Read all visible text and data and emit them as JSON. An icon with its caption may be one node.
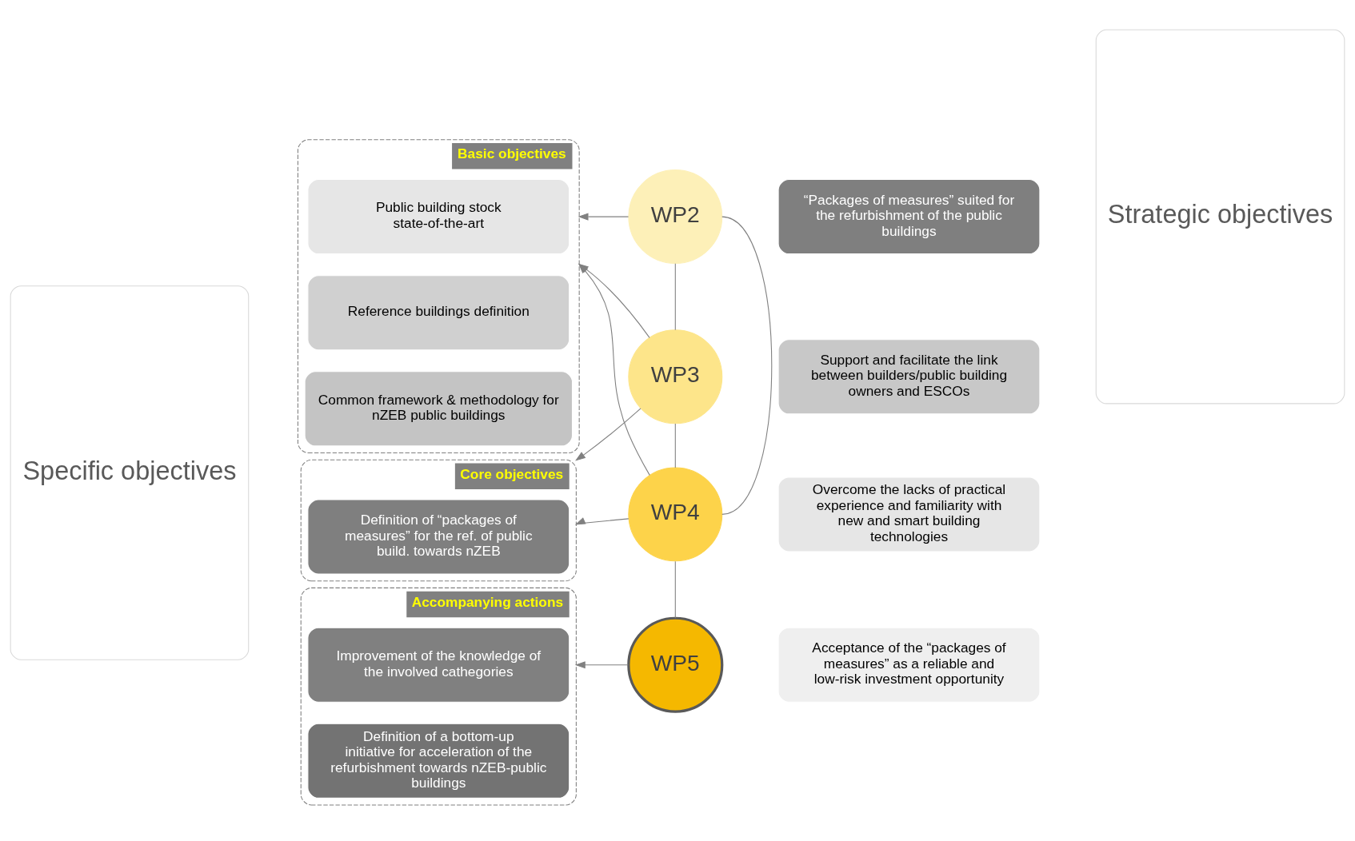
{
  "diagram": {
    "nodes": [
      {
        "text": [
          "Specific objectives"
        ]
      },
      {
        "text": [
          "Basic objectives"
        ]
      },
      {
        "text": [
          "Public building stock state-of-the-art"
        ],
        "in": 1
      },
      {
        "text": [
          "Reference buildings definition"
        ],
        "in": 1
      },
      {
        "text": [
          "Common framework & methodology for nZEB public buildings"
        ],
        "in": 1
      },
      {
        "text": [
          "Core objectives"
        ]
      },
      {
        "text": [
          "Definition of “packages of measures” for the ref. of public build. towards nZEB"
        ],
        "in": 5
      },
      {
        "text": [
          "Accompanying actions"
        ]
      },
      {
        "text": [
          "Improvement of the knowledge of the involved cathegories"
        ],
        "in": 7
      },
      {
        "text": [
          "Definition of a bottom-up initiative for acceleration of the refurbishment towards nZEB-public buildings"
        ],
        "in": 7
      },
      {
        "text": [
          "WP2"
        ]
      },
      {
        "text": [
          "WP3"
        ]
      },
      {
        "text": [
          "WP4"
        ]
      },
      {
        "text": [
          "WP5"
        ]
      },
      {
        "text": [
          "“Packages of measures” suited for the refurbishment of the public buildings"
        ]
      },
      {
        "text": [
          "Support and facilitate the link between builders/public building owners and ESCOs"
        ]
      },
      {
        "text": [
          "Overcome the lacks of practical experience and familiarity with new and smart building technologies"
        ]
      },
      {
        "text": [
          "Acceptance of the “packages of measures” as a reliable and low-risk investment opportunity"
        ]
      },
      {
        "text": [
          "Strategic objectives"
        ]
      }
    ],
    "edges": [
      {
        "from": 10,
        "to": 1,
        "arrow": "to"
      },
      {
        "from": 11,
        "to": 1,
        "arrow": "to"
      },
      {
        "from": 12,
        "to": 1,
        "arrow": "to"
      },
      {
        "from": 11,
        "to": 5,
        "arrow": "to"
      },
      {
        "from": 12,
        "to": 5,
        "arrow": "to"
      },
      {
        "from": 13,
        "to": 7,
        "arrow": "to"
      },
      {
        "from": 10,
        "to": 11,
        "arrow": "none"
      },
      {
        "from": 11,
        "to": 12,
        "arrow": "none"
      },
      {
        "from": 12,
        "to": 13,
        "arrow": "none"
      },
      {
        "from": 10,
        "to": 12,
        "arrow": "none"
      }
    ]
  }
}
